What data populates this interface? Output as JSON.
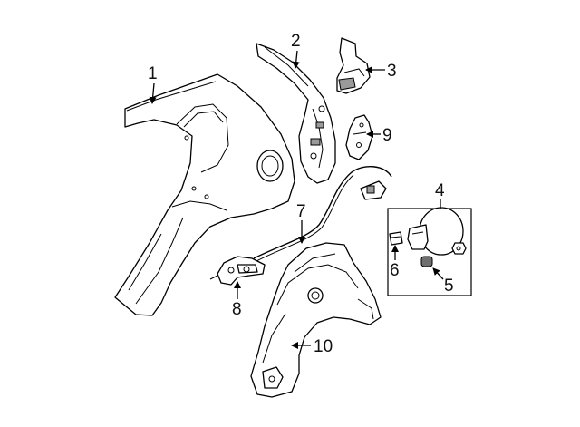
{
  "diagram": {
    "callouts": [
      {
        "id": "1",
        "label": "1"
      },
      {
        "id": "2",
        "label": "2"
      },
      {
        "id": "3",
        "label": "3"
      },
      {
        "id": "4",
        "label": "4"
      },
      {
        "id": "5",
        "label": "5"
      },
      {
        "id": "6",
        "label": "6"
      },
      {
        "id": "7",
        "label": "7"
      },
      {
        "id": "8",
        "label": "8"
      },
      {
        "id": "9",
        "label": "9"
      },
      {
        "id": "10",
        "label": "10"
      }
    ]
  },
  "colors": {
    "line": "#000000",
    "background": "#ffffff",
    "shade": "#9a9a9a"
  }
}
